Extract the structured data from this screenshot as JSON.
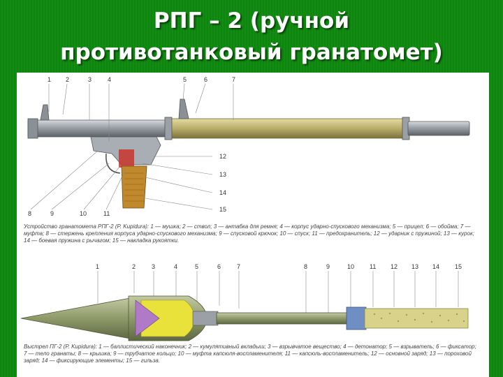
{
  "slide": {
    "title_line1": "РПГ – 2 (ручной",
    "title_line2": "противотанковый гранатомет)"
  },
  "colors": {
    "background": "#0f8a0f",
    "tube_gray": "#9aa0a6",
    "tube_olive": "#b9ad6a",
    "grip": "#c08a2c",
    "explosive": "#e8e23a",
    "liner": "#b07ac9",
    "grenade_body": "#8e9a6a",
    "charge": "#d9d28a"
  },
  "launcher": {
    "top_labels": [
      "1",
      "2",
      "3",
      "4",
      "5",
      "6",
      "7"
    ],
    "right_labels": [
      "12",
      "13",
      "14",
      "15"
    ],
    "bottom_labels": [
      "8",
      "9",
      "10",
      "11"
    ],
    "caption": "Устройство гранатомета РПГ-2 (P. Kupidura): 1 — мушка; 2 — ствол; 3 — антабка для ремня; 4 — корпус ударно-спускового механизма; 5 — прицел; 6 — обойма; 7 — муфта; 8 — стержень крепления корпуса ударно-спускового механизма; 9 — спусковой крючок; 10 — спуск; 11 — предохранитель; 12 — ударник с пружиной; 13 — курок; 14 — боевая пружина с рычагом; 15 — накладка рукоятки."
  },
  "grenade": {
    "top_labels": [
      "1",
      "2",
      "3",
      "4",
      "5",
      "6",
      "7",
      "8",
      "9",
      "10",
      "11",
      "12",
      "13",
      "14",
      "15"
    ],
    "caption": "Выстрел ПГ-2 (P. Kupidura): 1 — баллистический наконечник; 2 — кумулятивный вкладыш; 3 — взрывчатое вещество; 4 — детонатор; 5 — взрыватель; 6 — фиксатор; 7 — тело гранаты; 8 — крышка; 9 — трубчатое кольцо; 10 — муфта капсюля-воспламенителя; 11 — капсюль-воспламенитель; 12 — основной заряд; 13 — пороховой заряд; 14 — фиксирующие элементы; 15 — гильза."
  }
}
